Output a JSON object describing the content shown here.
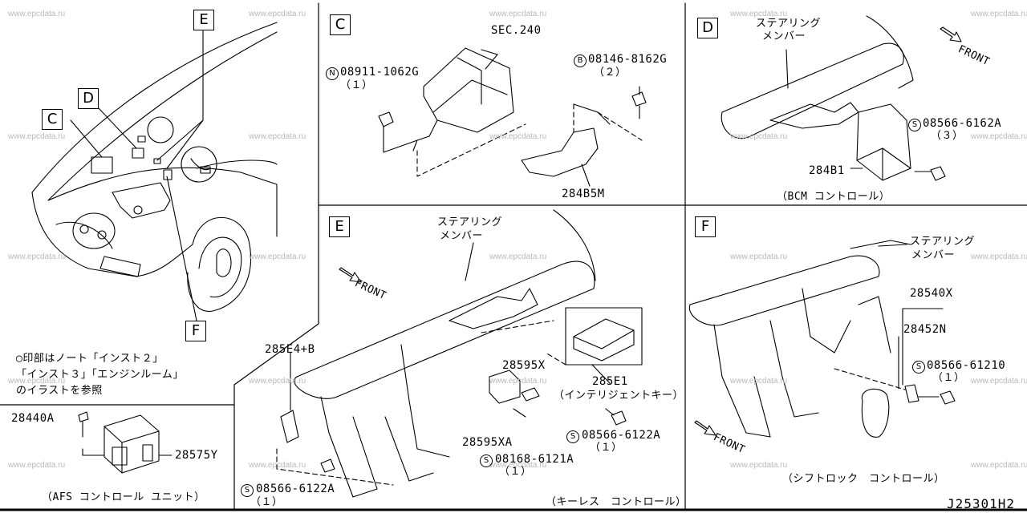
{
  "watermark": "www.epcdata.ru",
  "reference": "J25301H2",
  "note": {
    "line1": "◯印部はノート「インスト２」",
    "line2": "「インスト３」「エンジンルーム」",
    "line3": "のイラストを参照"
  },
  "overview": {
    "labels": [
      "C",
      "D",
      "E",
      "F"
    ]
  },
  "afs": {
    "bolt_part": "28440A",
    "unit_part": "28575Y",
    "caption": "（AFS コントロール ユニット）"
  },
  "section_c": {
    "label": "C",
    "sec": "SEC.240",
    "nut_prefix": "N",
    "nut": "08911-1062G",
    "nut_qty": "（１）",
    "bolt_prefix": "B",
    "bolt": "08146-8162G",
    "bolt_qty": "（２）",
    "bracket": "284B5M"
  },
  "section_d": {
    "label": "D",
    "member_line1": "ステアリング",
    "member_line2": "メンバー",
    "front": "FRONT",
    "screw_prefix": "S",
    "screw": "08566-6162A",
    "screw_qty": "（３）",
    "module": "284B1",
    "caption": "（BCM コントロール）"
  },
  "section_e": {
    "label": "E",
    "member_line1": "ステアリング",
    "member_line2": "メンバー",
    "front": "FRONT",
    "part_a": "285E4+B",
    "part_b": "28595X",
    "part_c": "285E1",
    "part_c_desc": "（インテリジェントキー）",
    "part_d": "28595XA",
    "screw1_prefix": "S",
    "screw1": "08566-6122A",
    "screw1_qty": "（１）",
    "screw2_prefix": "S",
    "screw2": "08168-6121A",
    "screw2_qty": "（１）",
    "screw3_prefix": "S",
    "screw3": "08566-6122A",
    "screw3_qty": "（１）",
    "caption": "（キーレス　コントロール）"
  },
  "section_f": {
    "label": "F",
    "member_line1": "ステアリング",
    "member_line2": "メンバー",
    "front": "FRONT",
    "part_a": "28540X",
    "part_b": "28452N",
    "screw_prefix": "S",
    "screw": "08566-61210",
    "screw_qty": "（１）",
    "caption": "（シフトロック　コントロール）"
  }
}
